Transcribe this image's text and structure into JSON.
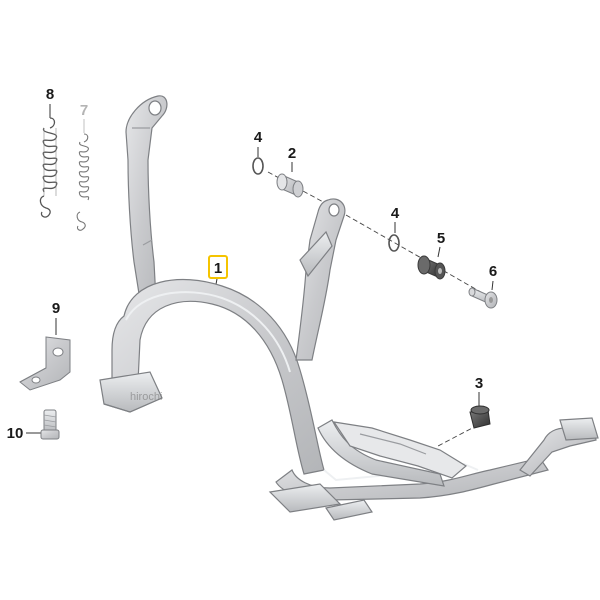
{
  "parts": [
    {
      "id": "p1",
      "number": "1",
      "highlighted": true
    },
    {
      "id": "p2",
      "number": "2"
    },
    {
      "id": "p3",
      "number": "3"
    },
    {
      "id": "p4a",
      "number": "4"
    },
    {
      "id": "p4b",
      "number": "4"
    },
    {
      "id": "p5",
      "number": "5"
    },
    {
      "id": "p6",
      "number": "6"
    },
    {
      "id": "p7",
      "number": "7",
      "dimmed": true
    },
    {
      "id": "p8",
      "number": "8"
    },
    {
      "id": "p9",
      "number": "9"
    },
    {
      "id": "p10",
      "number": "10"
    }
  ],
  "watermark": "hirochi",
  "colors": {
    "metal_fill": "#d3d4d6",
    "metal_stroke": "#7e8084",
    "metal_highlight": "#eef0f2",
    "dark_part": "#4a4a4a",
    "highlight_box": "#f5c400",
    "dimmed_text": "#b4b4b4"
  }
}
